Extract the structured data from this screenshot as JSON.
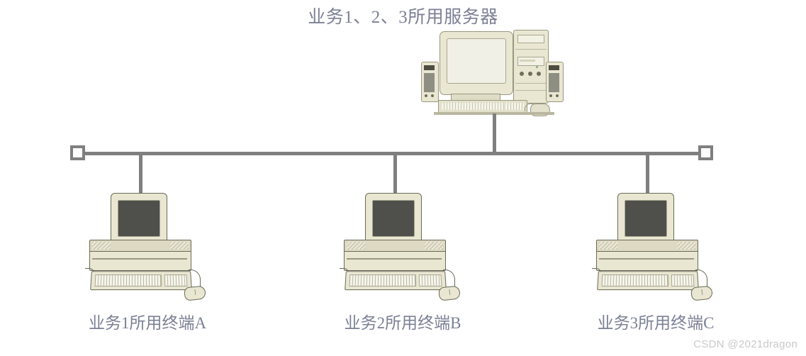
{
  "diagram": {
    "title": "业务1、2、3所用服务器",
    "watermark": "CSDN @2021dragon",
    "bus_color": "#7f7f7f",
    "text_color": "#7b8095",
    "chassis_color": "#e9e7d2",
    "screen_color": "#4f4f4b"
  },
  "server": {
    "label": "业务1、2、3所用服务器",
    "type": "desktop-server",
    "parts": [
      "crt-monitor",
      "tower-case",
      "left-speaker",
      "right-speaker",
      "keyboard",
      "mouse"
    ]
  },
  "terminals": [
    {
      "id": "A",
      "label": "业务1所用终端A",
      "service": "业务1"
    },
    {
      "id": "B",
      "label": "业务2所用终端B",
      "service": "业务2"
    },
    {
      "id": "C",
      "label": "业务3所用终端C",
      "service": "业务3"
    }
  ],
  "bus": {
    "left_terminator": "terminator",
    "right_terminator": "terminator",
    "topology": "bus"
  }
}
